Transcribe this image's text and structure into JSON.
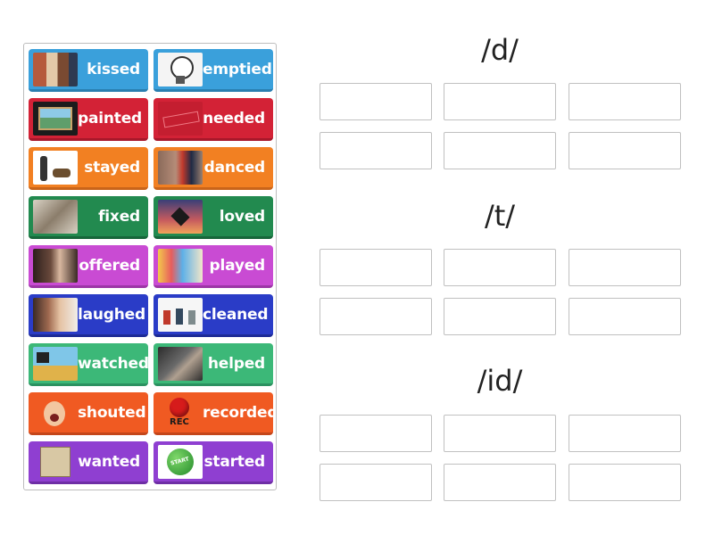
{
  "cards": [
    {
      "label": "kissed",
      "color": "#3aa0db",
      "icon": "couple-photo"
    },
    {
      "label": "emptied",
      "color": "#3aa0db",
      "icon": "light-bulb"
    },
    {
      "label": "painted",
      "color": "#d32236",
      "icon": "landscape-painting"
    },
    {
      "label": "needed",
      "color": "#d32236",
      "icon": "needed-stamp"
    },
    {
      "label": "stayed",
      "color": "#f28022",
      "icon": "man-with-dog"
    },
    {
      "label": "danced",
      "color": "#f28022",
      "icon": "dancing-couple"
    },
    {
      "label": "fixed",
      "color": "#228a4f",
      "icon": "tools"
    },
    {
      "label": "loved",
      "color": "#228a4f",
      "icon": "heart-hands"
    },
    {
      "label": "offered",
      "color": "#c94bd3",
      "icon": "people-offering"
    },
    {
      "label": "played",
      "color": "#c94bd3",
      "icon": "child-playing"
    },
    {
      "label": "laughed",
      "color": "#2a3cc7",
      "icon": "laughing-people"
    },
    {
      "label": "cleaned",
      "color": "#2a3cc7",
      "icon": "cleaning-people"
    },
    {
      "label": "watched",
      "color": "#3cb878",
      "icon": "watching-tv"
    },
    {
      "label": "helped",
      "color": "#3cb878",
      "icon": "helping-hand"
    },
    {
      "label": "shouted",
      "color": "#f05a22",
      "icon": "shouting-child"
    },
    {
      "label": "recorded",
      "color": "#f05a22",
      "icon": "record-button"
    },
    {
      "label": "wanted",
      "color": "#8f3fd1",
      "icon": "wanted-poster"
    },
    {
      "label": "started",
      "color": "#8f3fd1",
      "icon": "start-button"
    }
  ],
  "categories": [
    "/d/",
    "/t/",
    "/id/"
  ],
  "rec_text": "REC",
  "start_text": "START"
}
